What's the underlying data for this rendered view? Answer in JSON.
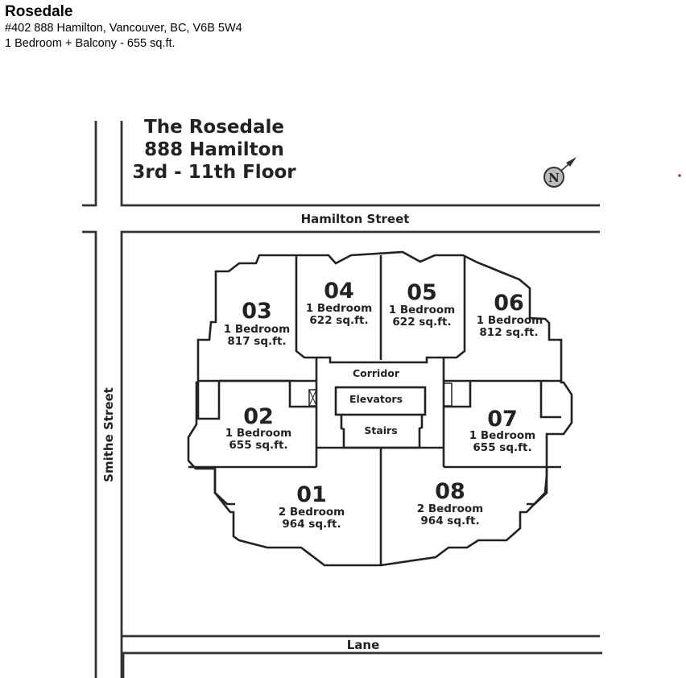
{
  "listing": {
    "name": "Rosedale",
    "address": "#402 888 Hamilton, Vancouver, BC, V6B 5W4",
    "unit_summary": "1 Bedroom + Balcony - 655 sq.ft."
  },
  "plan": {
    "title_lines": [
      "The Rosedale",
      "888 Hamilton",
      "3rd - 11th Floor"
    ],
    "north_label": "N",
    "streets": {
      "top": "Hamilton Street",
      "left": "Smithe Street",
      "bottom": "Lane"
    },
    "units": [
      {
        "number": "03",
        "type": "1 Bedroom",
        "area": "817 sq.ft."
      },
      {
        "number": "04",
        "type": "1 Bedroom",
        "area": "622 sq.ft."
      },
      {
        "number": "05",
        "type": "1 Bedroom",
        "area": "622 sq.ft."
      },
      {
        "number": "06",
        "type": "1 Bedroom",
        "area": "812 sq.ft."
      },
      {
        "number": "02",
        "type": "1 Bedroom",
        "area": "655 sq.ft."
      },
      {
        "number": "07",
        "type": "1 Bedroom",
        "area": "655 sq.ft."
      },
      {
        "number": "01",
        "type": "2 Bedroom",
        "area": "964 sq.ft."
      },
      {
        "number": "08",
        "type": "2 Bedroom",
        "area": "964 sq.ft."
      }
    ],
    "core": {
      "corridor": "Corridor",
      "elevators": "Elevators",
      "stairs": "Stairs"
    },
    "colors": {
      "line": "#222222",
      "marker": "#b03030"
    }
  }
}
